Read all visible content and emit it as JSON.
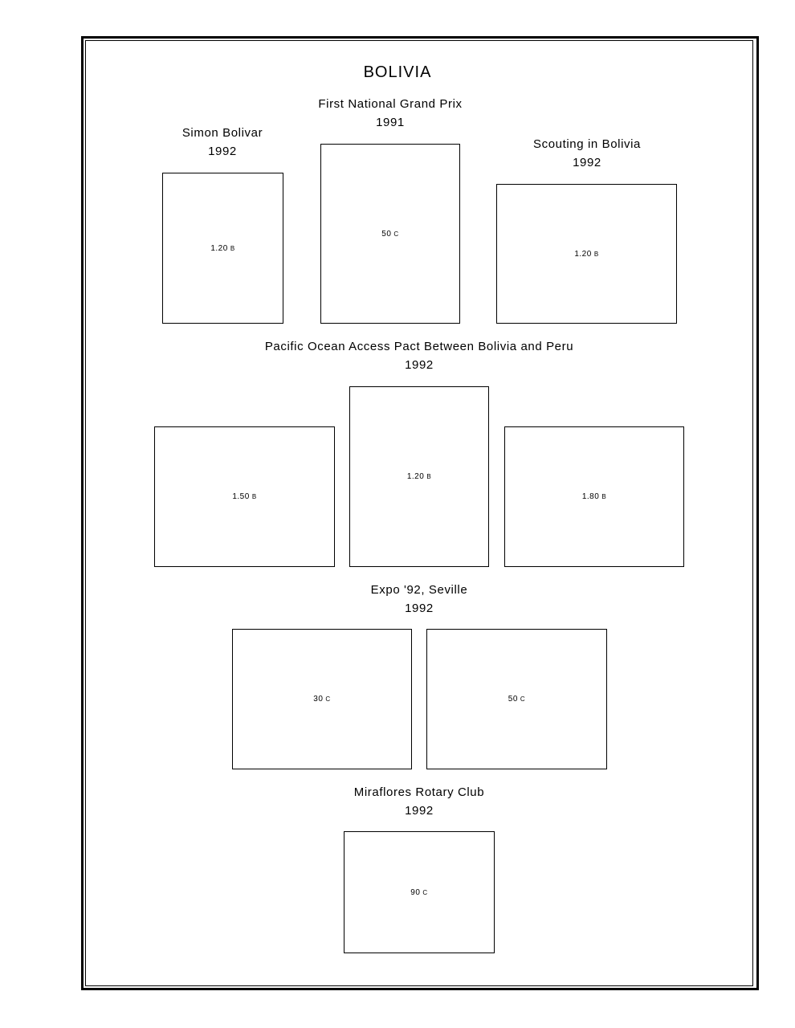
{
  "page": {
    "title": "BOLIVIA"
  },
  "sections": {
    "simon_bolivar": {
      "title": "Simon Bolivar",
      "year": "1992",
      "stamps": [
        {
          "value": "1.20",
          "unit": "B"
        }
      ]
    },
    "grand_prix": {
      "title": "First National Grand Prix",
      "year": "1991",
      "stamps": [
        {
          "value": "50",
          "unit": "C"
        }
      ]
    },
    "scouting": {
      "title": "Scouting in Bolivia",
      "year": "1992",
      "stamps": [
        {
          "value": "1.20",
          "unit": "B"
        }
      ]
    },
    "pacific": {
      "title": "Pacific Ocean Access Pact Between Bolivia and Peru",
      "year": "1992",
      "stamps": [
        {
          "value": "1.50",
          "unit": "B"
        },
        {
          "value": "1.20",
          "unit": "B"
        },
        {
          "value": "1.80",
          "unit": "B"
        }
      ]
    },
    "expo": {
      "title": "Expo '92, Seville",
      "year": "1992",
      "stamps": [
        {
          "value": "30",
          "unit": "C"
        },
        {
          "value": "50",
          "unit": "C"
        }
      ]
    },
    "rotary": {
      "title": "Miraflores Rotary Club",
      "year": "1992",
      "stamps": [
        {
          "value": "90",
          "unit": "C"
        }
      ]
    }
  }
}
